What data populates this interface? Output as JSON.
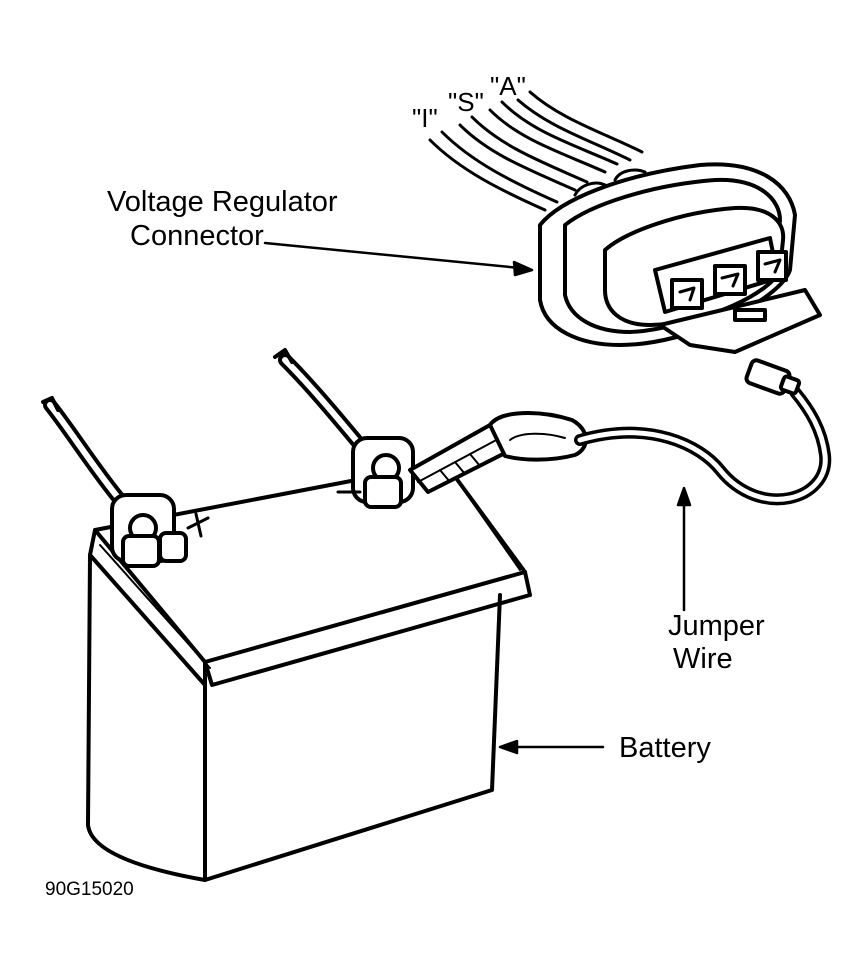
{
  "labels": {
    "pin_i": "\"I\"",
    "pin_s": "\"S\"",
    "pin_a": "\"A\"",
    "regulator_line1": "Voltage Regulator",
    "regulator_line2": "Connector",
    "jumper_line1": "Jumper",
    "jumper_line2": "Wire",
    "battery": "Battery",
    "figure_code": "90G15020"
  },
  "colors": {
    "ink": "#000000",
    "paper": "#ffffff"
  }
}
